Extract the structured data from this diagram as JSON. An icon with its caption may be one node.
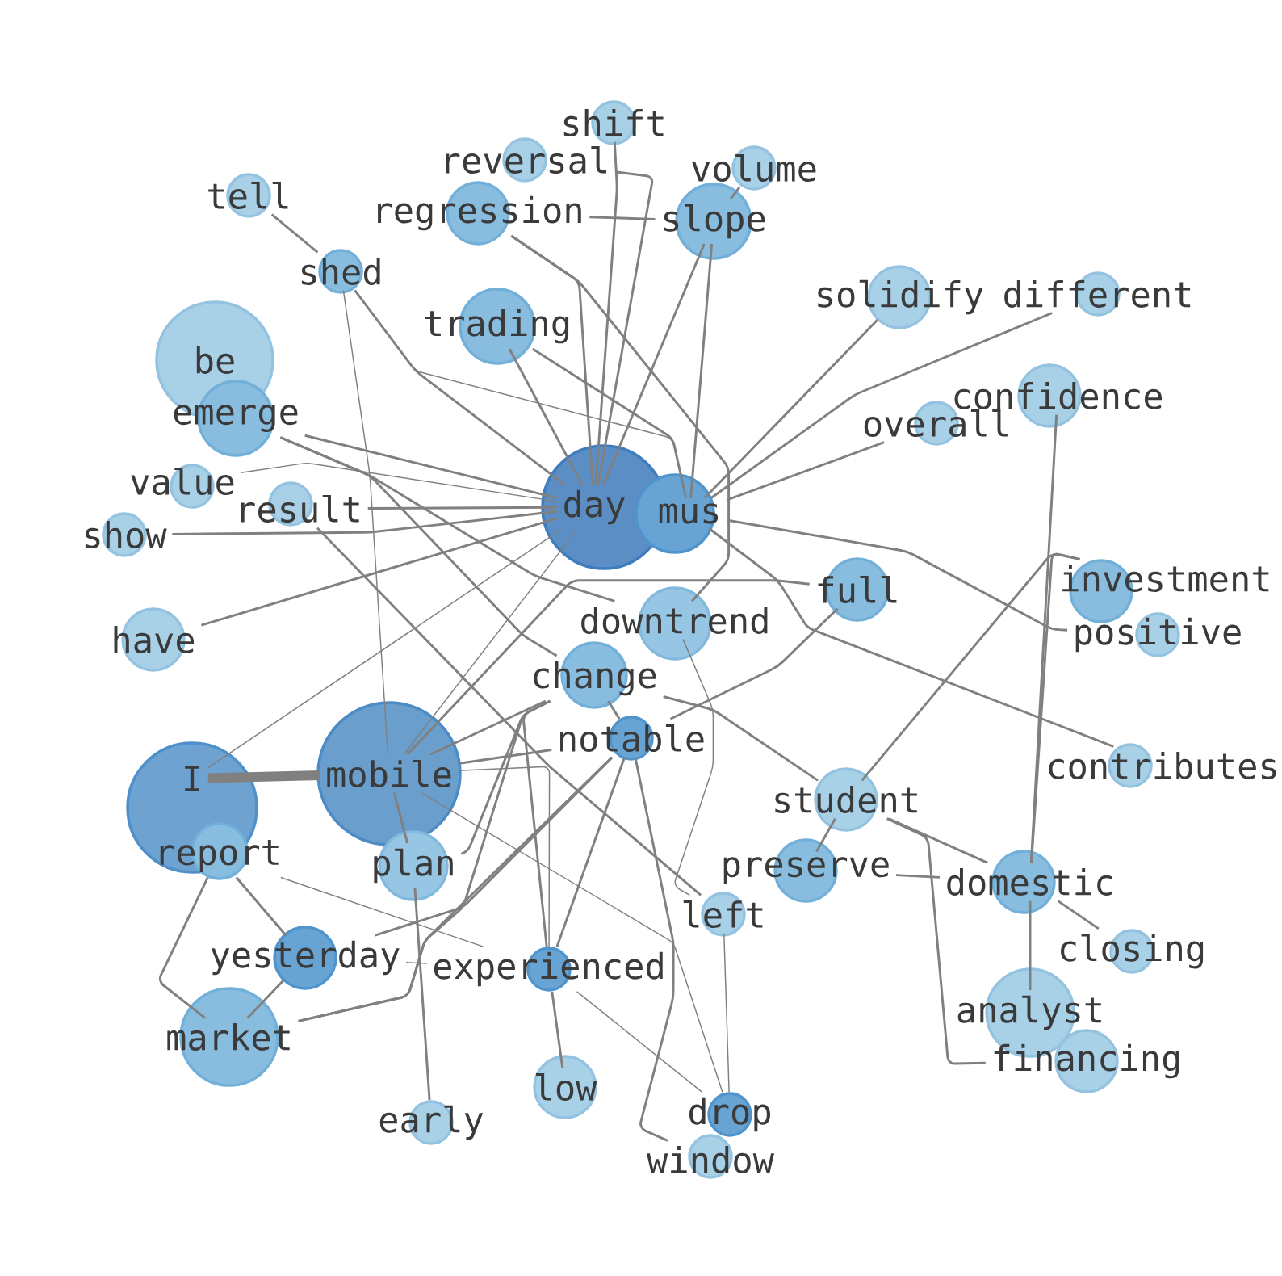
{
  "diagram": {
    "nodes": [
      {
        "text": [
          "shift"
        ]
      },
      {
        "text": [
          "reversal"
        ]
      },
      {
        "text": [
          "volume"
        ]
      },
      {
        "text": [
          "tell"
        ]
      },
      {
        "text": [
          "regression"
        ]
      },
      {
        "text": [
          "slope"
        ]
      },
      {
        "text": [
          "shed"
        ]
      },
      {
        "text": [
          "different"
        ]
      },
      {
        "text": [
          "solidify"
        ]
      },
      {
        "text": [
          "trading"
        ]
      },
      {
        "text": [
          "be"
        ]
      },
      {
        "text": [
          "confidence"
        ]
      },
      {
        "text": [
          "emerge"
        ]
      },
      {
        "text": [
          "overall"
        ]
      },
      {
        "text": [
          "value"
        ]
      },
      {
        "text": [
          "result"
        ]
      },
      {
        "text": [
          "day"
        ]
      },
      {
        "text": [
          "mus"
        ]
      },
      {
        "text": [
          "show"
        ]
      },
      {
        "text": [
          "full"
        ]
      },
      {
        "text": [
          "investment"
        ]
      },
      {
        "text": [
          "downtrend"
        ]
      },
      {
        "text": [
          "positive"
        ]
      },
      {
        "text": [
          "have"
        ]
      },
      {
        "text": [
          "change"
        ]
      },
      {
        "text": [
          "notable"
        ]
      },
      {
        "text": [
          "contributes"
        ]
      },
      {
        "text": [
          "mobile"
        ]
      },
      {
        "text": [
          "student"
        ]
      },
      {
        "text": [
          "I"
        ]
      },
      {
        "text": [
          "report"
        ]
      },
      {
        "text": [
          "preserve"
        ]
      },
      {
        "text": [
          "plan"
        ]
      },
      {
        "text": [
          "domestic"
        ]
      },
      {
        "text": [
          "left"
        ]
      },
      {
        "text": [
          "closing"
        ]
      },
      {
        "text": [
          "yesterday"
        ]
      },
      {
        "text": [
          "experienced"
        ]
      },
      {
        "text": [
          "analyst"
        ]
      },
      {
        "text": [
          "market"
        ]
      },
      {
        "text": [
          "financing"
        ]
      },
      {
        "text": [
          "low"
        ]
      },
      {
        "text": [
          "drop"
        ]
      },
      {
        "text": [
          "early"
        ]
      },
      {
        "text": [
          "window"
        ]
      }
    ],
    "edges": [
      {
        "from": 0,
        "to": 16,
        "arrow": "none"
      },
      {
        "from": 1,
        "to": 16,
        "arrow": "none"
      },
      {
        "from": 2,
        "to": 5,
        "arrow": "none"
      },
      {
        "from": 3,
        "to": 6,
        "arrow": "none"
      },
      {
        "from": 4,
        "to": 5,
        "arrow": "none"
      },
      {
        "from": 4,
        "to": 16,
        "arrow": "none"
      },
      {
        "from": 4,
        "to": 21,
        "arrow": "none"
      },
      {
        "from": 5,
        "to": 16,
        "arrow": "none"
      },
      {
        "from": 5,
        "to": 17,
        "arrow": "none"
      },
      {
        "from": 6,
        "to": 16,
        "arrow": "none"
      },
      {
        "from": 6,
        "to": 17,
        "arrow": "none"
      },
      {
        "from": 6,
        "to": 27,
        "arrow": "none"
      },
      {
        "from": 7,
        "to": 17,
        "arrow": "none"
      },
      {
        "from": 8,
        "to": 17,
        "arrow": "none"
      },
      {
        "from": 9,
        "to": 16,
        "arrow": "none"
      },
      {
        "from": 9,
        "to": 17,
        "arrow": "none"
      },
      {
        "from": 11,
        "to": 33,
        "arrow": "none"
      },
      {
        "from": 12,
        "to": 16,
        "arrow": "none"
      },
      {
        "from": 12,
        "to": 21,
        "arrow": "none"
      },
      {
        "from": 12,
        "to": 24,
        "arrow": "none"
      },
      {
        "from": 13,
        "to": 17,
        "arrow": "none"
      },
      {
        "from": 14,
        "to": 16,
        "arrow": "none"
      },
      {
        "from": 15,
        "to": 16,
        "arrow": "none"
      },
      {
        "from": 15,
        "to": 34,
        "arrow": "none"
      },
      {
        "from": 18,
        "to": 16,
        "arrow": "none"
      },
      {
        "from": 17,
        "to": 22,
        "arrow": "none"
      },
      {
        "from": 17,
        "to": 26,
        "arrow": "none"
      },
      {
        "from": 19,
        "to": 25,
        "arrow": "none"
      },
      {
        "from": 19,
        "to": 27,
        "arrow": "none"
      },
      {
        "from": 20,
        "to": 28,
        "arrow": "none"
      },
      {
        "from": 28,
        "to": 31,
        "arrow": "none"
      },
      {
        "from": 20,
        "to": 33,
        "arrow": "none"
      },
      {
        "from": 23,
        "to": 16,
        "arrow": "none"
      },
      {
        "from": 24,
        "to": 28,
        "arrow": "none"
      },
      {
        "from": 28,
        "to": 33,
        "arrow": "none"
      },
      {
        "from": 33,
        "to": 35,
        "arrow": "none"
      },
      {
        "from": 28,
        "to": 40,
        "arrow": "none"
      },
      {
        "from": 31,
        "to": 33,
        "arrow": "none"
      },
      {
        "from": 25,
        "to": 27,
        "arrow": "none"
      },
      {
        "from": 25,
        "to": 36,
        "arrow": "none"
      },
      {
        "from": 25,
        "to": 37,
        "arrow": "none"
      },
      {
        "from": 25,
        "to": 44,
        "arrow": "none"
      },
      {
        "from": 25,
        "to": 24,
        "arrow": "none"
      },
      {
        "from": 29,
        "to": 27,
        "arrow": "none",
        "style": "thick"
      },
      {
        "from": 29,
        "to": 16,
        "arrow": "none"
      },
      {
        "from": 30,
        "to": 36,
        "arrow": "none"
      },
      {
        "from": 30,
        "to": 39,
        "arrow": "none"
      },
      {
        "from": 30,
        "to": 37,
        "arrow": "none"
      },
      {
        "from": 27,
        "to": 32,
        "arrow": "none"
      },
      {
        "from": 39,
        "to": 36,
        "arrow": "none"
      },
      {
        "from": 27,
        "to": 37,
        "arrow": "none"
      },
      {
        "from": 27,
        "to": 42,
        "arrow": "none"
      },
      {
        "from": 27,
        "to": 16,
        "arrow": "none"
      },
      {
        "from": 27,
        "to": 24,
        "arrow": "none"
      },
      {
        "from": 36,
        "to": 37,
        "arrow": "none"
      },
      {
        "from": 39,
        "to": 24,
        "arrow": "none"
      },
      {
        "from": 39,
        "to": 25,
        "arrow": "none"
      },
      {
        "from": 32,
        "to": 24,
        "arrow": "none"
      },
      {
        "from": 37,
        "to": 24,
        "arrow": "none"
      },
      {
        "from": 37,
        "to": 42,
        "arrow": "none"
      },
      {
        "from": 41,
        "to": 37,
        "arrow": "none"
      },
      {
        "from": 43,
        "to": 32,
        "arrow": "none"
      },
      {
        "from": 34,
        "to": 42,
        "arrow": "none"
      },
      {
        "from": 34,
        "to": 21,
        "arrow": "none"
      },
      {
        "from": 33,
        "to": 38,
        "arrow": "none"
      }
    ]
  }
}
